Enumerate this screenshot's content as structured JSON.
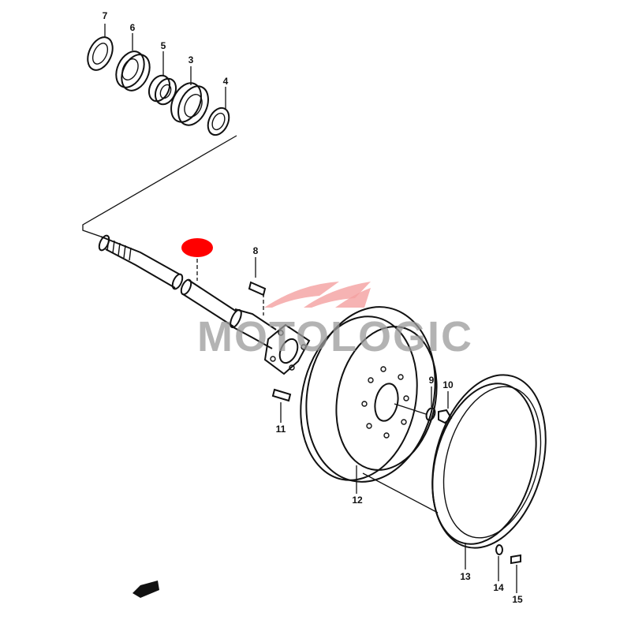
{
  "diagram": {
    "callouts": [
      {
        "id": "7",
        "text": "7"
      },
      {
        "id": "6",
        "text": "6"
      },
      {
        "id": "5",
        "text": "5"
      },
      {
        "id": "3",
        "text": "3"
      },
      {
        "id": "4",
        "text": "4"
      },
      {
        "id": "8",
        "text": "8"
      },
      {
        "id": "9",
        "text": "9"
      },
      {
        "id": "10",
        "text": "10"
      },
      {
        "id": "11",
        "text": "11"
      },
      {
        "id": "12",
        "text": "12"
      },
      {
        "id": "13",
        "text": "13"
      },
      {
        "id": "14",
        "text": "14"
      },
      {
        "id": "15",
        "text": "15"
      }
    ],
    "highlight_color": "#ff0000",
    "watermark": "MOTOLOGIC",
    "watermark_color": "#f4a0a0"
  }
}
